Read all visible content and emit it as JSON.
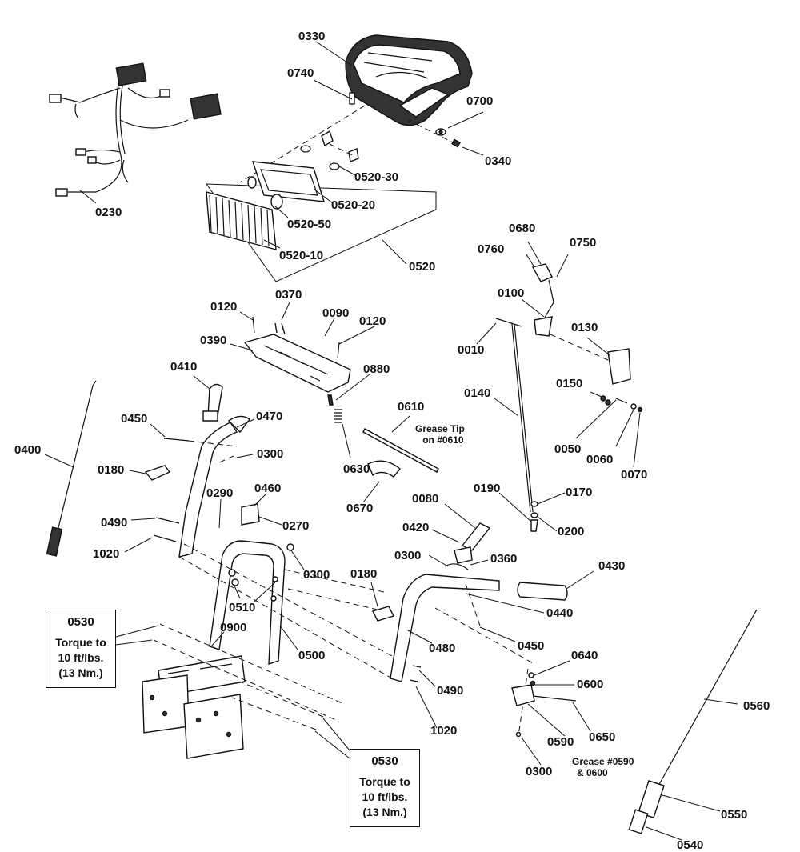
{
  "callouts": [
    {
      "id": "0330",
      "text": "0330"
    },
    {
      "id": "0740",
      "text": "0740"
    },
    {
      "id": "0700",
      "text": "0700"
    },
    {
      "id": "0340",
      "text": "0340"
    },
    {
      "id": "0520-30",
      "text": "0520-30"
    },
    {
      "id": "0520-20",
      "text": "0520-20"
    },
    {
      "id": "0520-50",
      "text": "0520-50"
    },
    {
      "id": "0520-10",
      "text": "0520-10"
    },
    {
      "id": "0520",
      "text": "0520"
    },
    {
      "id": "0230",
      "text": "0230"
    },
    {
      "id": "0680",
      "text": "0680"
    },
    {
      "id": "0760",
      "text": "0760"
    },
    {
      "id": "0750",
      "text": "0750"
    },
    {
      "id": "0100",
      "text": "0100"
    },
    {
      "id": "0130",
      "text": "0130"
    },
    {
      "id": "0010",
      "text": "0010"
    },
    {
      "id": "0140",
      "text": "0140"
    },
    {
      "id": "0150",
      "text": "0150"
    },
    {
      "id": "0050",
      "text": "0050"
    },
    {
      "id": "0060",
      "text": "0060"
    },
    {
      "id": "0070",
      "text": "0070"
    },
    {
      "id": "0370",
      "text": "0370"
    },
    {
      "id": "0120a",
      "text": "0120"
    },
    {
      "id": "0090",
      "text": "0090"
    },
    {
      "id": "0120b",
      "text": "0120"
    },
    {
      "id": "0390",
      "text": "0390"
    },
    {
      "id": "0880",
      "text": "0880"
    },
    {
      "id": "0410",
      "text": "0410"
    },
    {
      "id": "0610",
      "text": "0610"
    },
    {
      "id": "0450a",
      "text": "0450"
    },
    {
      "id": "0470",
      "text": "0470"
    },
    {
      "id": "0400",
      "text": "0400"
    },
    {
      "id": "0300a",
      "text": "0300"
    },
    {
      "id": "0180a",
      "text": "0180"
    },
    {
      "id": "0630",
      "text": "0630"
    },
    {
      "id": "0670",
      "text": "0670"
    },
    {
      "id": "0290",
      "text": "0290"
    },
    {
      "id": "0460",
      "text": "0460"
    },
    {
      "id": "0270",
      "text": "0270"
    },
    {
      "id": "0490a",
      "text": "0490"
    },
    {
      "id": "1020a",
      "text": "1020"
    },
    {
      "id": "0300b",
      "text": "0300"
    },
    {
      "id": "0510",
      "text": "0510"
    },
    {
      "id": "0900",
      "text": "0900"
    },
    {
      "id": "0500",
      "text": "0500"
    },
    {
      "id": "0080",
      "text": "0080"
    },
    {
      "id": "0190",
      "text": "0190"
    },
    {
      "id": "0170",
      "text": "0170"
    },
    {
      "id": "0200",
      "text": "0200"
    },
    {
      "id": "0420",
      "text": "0420"
    },
    {
      "id": "0300c",
      "text": "0300"
    },
    {
      "id": "0360",
      "text": "0360"
    },
    {
      "id": "0430",
      "text": "0430"
    },
    {
      "id": "0180b",
      "text": "0180"
    },
    {
      "id": "0440",
      "text": "0440"
    },
    {
      "id": "0450b",
      "text": "0450"
    },
    {
      "id": "0480",
      "text": "0480"
    },
    {
      "id": "0490b",
      "text": "0490"
    },
    {
      "id": "1020b",
      "text": "1020"
    },
    {
      "id": "0640",
      "text": "0640"
    },
    {
      "id": "0600",
      "text": "0600"
    },
    {
      "id": "0590",
      "text": "0590"
    },
    {
      "id": "0650",
      "text": "0650"
    },
    {
      "id": "0300d",
      "text": "0300"
    },
    {
      "id": "0560",
      "text": "0560"
    },
    {
      "id": "0550",
      "text": "0550"
    },
    {
      "id": "0540",
      "text": "0540"
    }
  ],
  "notes": {
    "grease_tip_line1": "Grease Tip",
    "grease_tip_line2": "on #0610",
    "grease_0590_line1": "Grease #0590",
    "grease_0590_line2": "& 0600"
  },
  "torque_boxes": [
    {
      "number": "0530",
      "line1": "Torque to",
      "line2": "10 ft/lbs.",
      "line3": "(13 Nm.)"
    },
    {
      "number": "0530",
      "line1": "Torque to",
      "line2": "10 ft/lbs.",
      "line3": "(13 Nm.)"
    }
  ]
}
